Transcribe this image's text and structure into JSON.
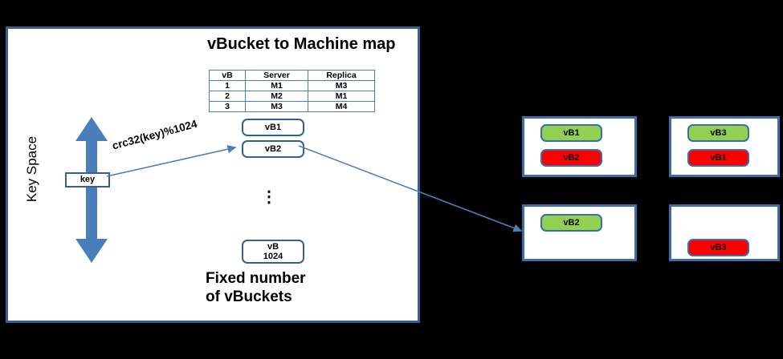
{
  "diagram": {
    "title": "vBucket to Machine map",
    "key_space_label": "Key Space",
    "key_label": "key",
    "hash_formula": "crc32(key)%1024",
    "ellipsis": "⋮",
    "footer_note": "Fixed number\nof vBuckets",
    "footer_line1": "Fixed number",
    "footer_line2": "of vBuckets"
  },
  "map_table": {
    "headers": [
      "vB",
      "Server",
      "Replica"
    ],
    "rows": [
      [
        "1",
        "M1",
        "M3"
      ],
      [
        "2",
        "M2",
        "M1"
      ],
      [
        "3",
        "M3",
        "M4"
      ]
    ]
  },
  "vbuckets": [
    {
      "label": "vB1"
    },
    {
      "label": "vB2"
    },
    {
      "label_line1": "vB",
      "label_line2": "1024"
    }
  ],
  "machines": [
    {
      "id": "m1",
      "chips": [
        {
          "label": "vB1",
          "role": "active",
          "color": "#92D050"
        },
        {
          "label": "vB2",
          "role": "replica",
          "color": "#FF0000"
        }
      ]
    },
    {
      "id": "m3",
      "chips": [
        {
          "label": "vB3",
          "role": "active",
          "color": "#92D050"
        },
        {
          "label": "vB1",
          "role": "replica",
          "color": "#FF0000"
        }
      ]
    },
    {
      "id": "m2",
      "chips": [
        {
          "label": "vB2",
          "role": "active",
          "color": "#92D050"
        }
      ]
    },
    {
      "id": "m4",
      "chips": [
        {
          "label": "vB3",
          "role": "replica",
          "color": "#FF0000"
        }
      ]
    }
  ],
  "colors": {
    "background": "#000000",
    "panel": "#FFFFFF",
    "border_blue": "#36618E",
    "arrow_blue": "#4A7EBB",
    "active_green": "#92D050",
    "replica_red": "#FF0000"
  }
}
